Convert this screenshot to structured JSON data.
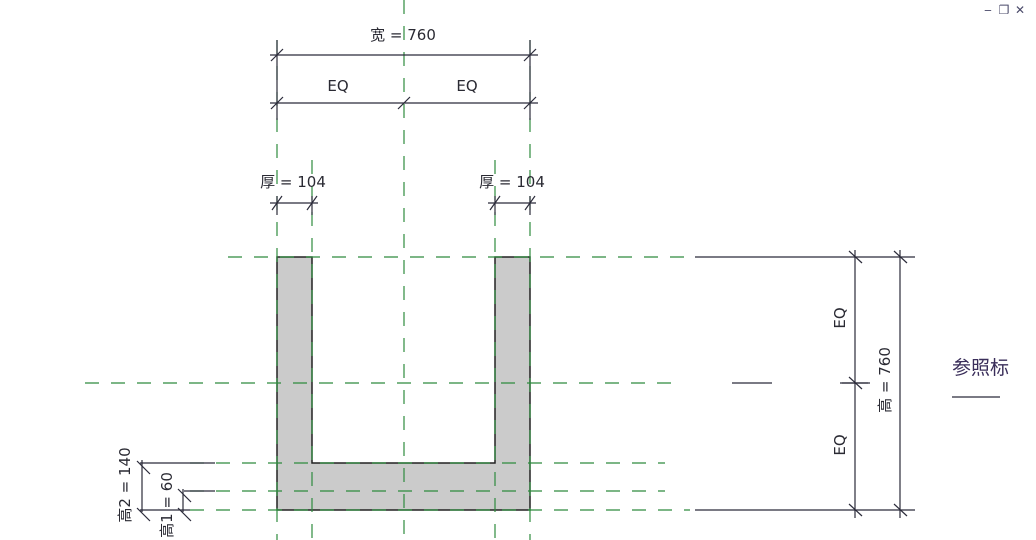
{
  "window_controls": {
    "minimize": "‒",
    "restore": "❐",
    "close": "✕"
  },
  "colors": {
    "reference_plane": "#2e8b3e",
    "dimension_line": "#2b2b3a",
    "solid_fill": "#cbcbcb",
    "solid_outline": "#222222",
    "label_text": "#3a2e5a"
  },
  "dimensions": {
    "width_total": "宽 = 760",
    "width_eq_left": "EQ",
    "width_eq_right": "EQ",
    "thickness_left": "厚 = 104",
    "thickness_right": "厚 = 104",
    "height_total": "高 = 760",
    "height_eq_top": "EQ",
    "height_eq_bottom": "EQ",
    "height2": "高2 = 140",
    "height1": "高1 = 60"
  },
  "labels": {
    "reference_level": "参照标"
  }
}
